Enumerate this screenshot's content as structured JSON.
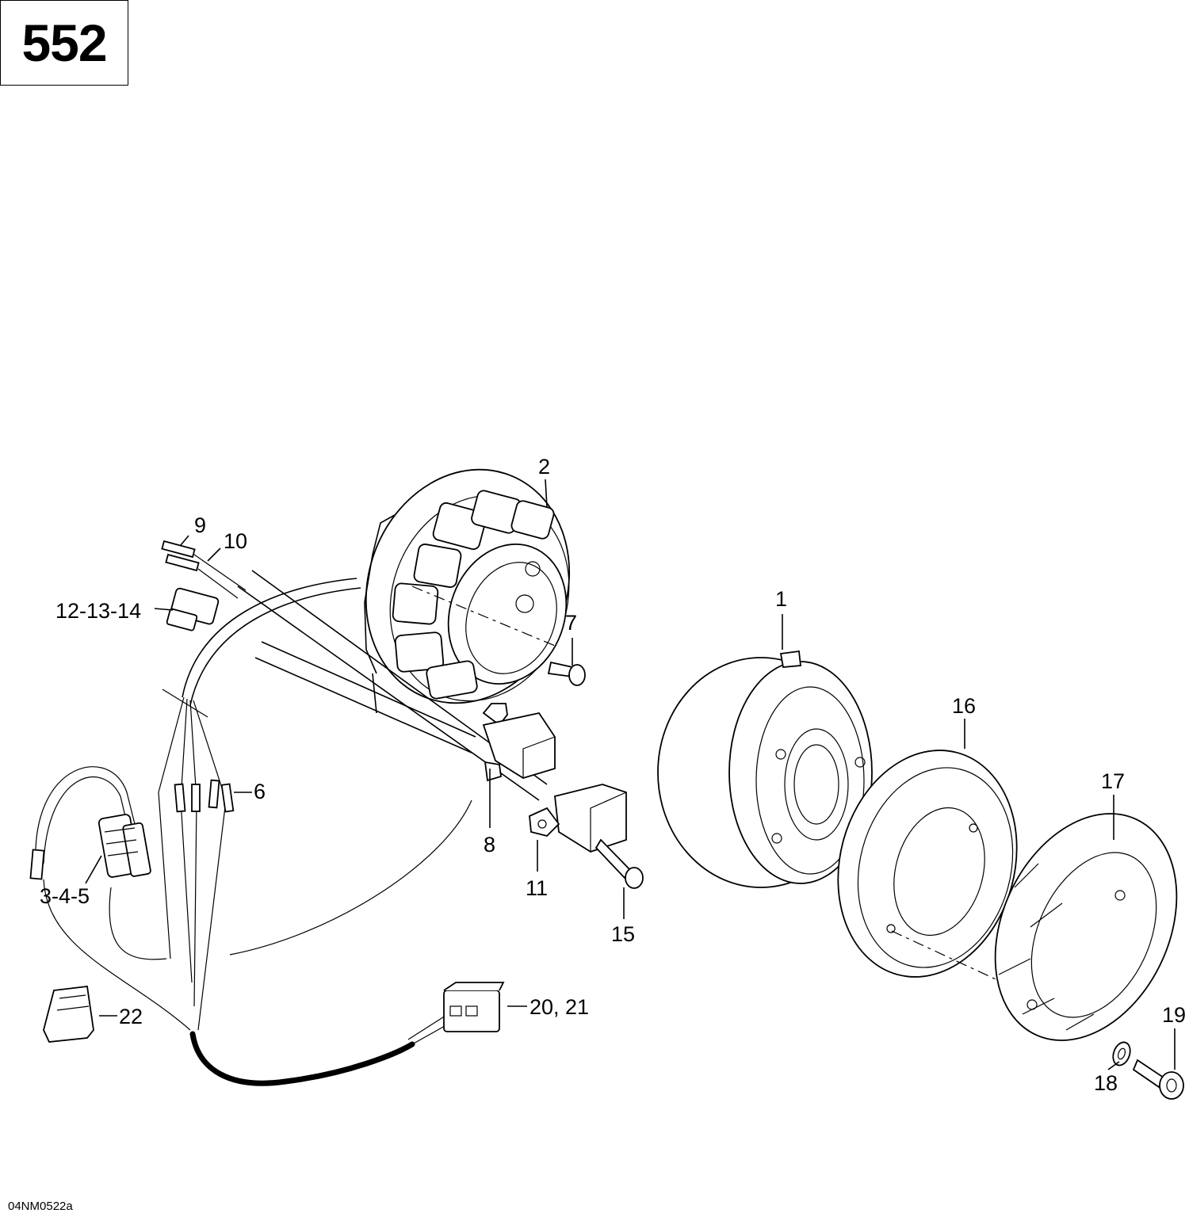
{
  "page_number": "552",
  "drawing_ref": "04NM0522a",
  "callouts": {
    "c1": "1",
    "c2": "2",
    "c345": "3-4-5",
    "c6": "6",
    "c7": "7",
    "c8": "8",
    "c9": "9",
    "c10": "10",
    "c11": "11",
    "c121314": "12-13-14",
    "c15": "15",
    "c16": "16",
    "c17": "17",
    "c18": "18",
    "c19": "19",
    "c2021": "20, 21",
    "c22": "22"
  }
}
